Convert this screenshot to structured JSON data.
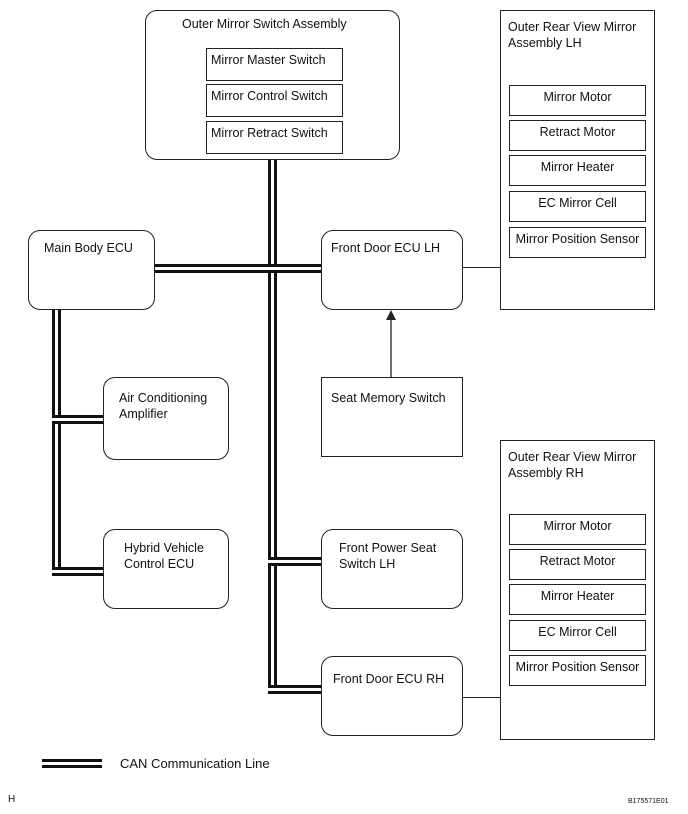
{
  "outer_mirror_switch_assembly": {
    "title": "Outer Mirror Switch Assembly",
    "switches": [
      "Mirror Master Switch",
      "Mirror Control Switch",
      "Mirror Retract Switch"
    ]
  },
  "rear_view_mirror_lh": {
    "title_line1": "Outer Rear View Mirror",
    "title_line2": "Assembly LH",
    "components": [
      "Mirror Motor",
      "Retract Motor",
      "Mirror Heater",
      "EC Mirror Cell",
      "Mirror Position Sensor"
    ]
  },
  "rear_view_mirror_rh": {
    "title_line1": "Outer Rear View Mirror",
    "title_line2": "Assembly RH",
    "components": [
      "Mirror Motor",
      "Retract Motor",
      "Mirror Heater",
      "EC Mirror Cell",
      "Mirror Position Sensor"
    ]
  },
  "main_body_ecu": "Main Body ECU",
  "front_door_ecu_lh": "Front Door ECU LH",
  "seat_memory_switch": "Seat Memory Switch",
  "air_conditioning_amplifier": {
    "line1": "Air Conditioning",
    "line2": "Amplifier"
  },
  "hybrid_vehicle_control_ecu": {
    "line1": "Hybrid Vehicle",
    "line2": "Control ECU"
  },
  "front_power_seat_switch_lh": {
    "line1": "Front Power Seat",
    "line2": "Switch LH"
  },
  "front_door_ecu_rh": "Front Door ECU RH",
  "legend": {
    "label": "CAN Communication Line"
  },
  "footer": {
    "left_mark": "H",
    "figure_code": "B175571E01"
  },
  "colors": {
    "line": "#111111",
    "background": "#ffffff"
  }
}
